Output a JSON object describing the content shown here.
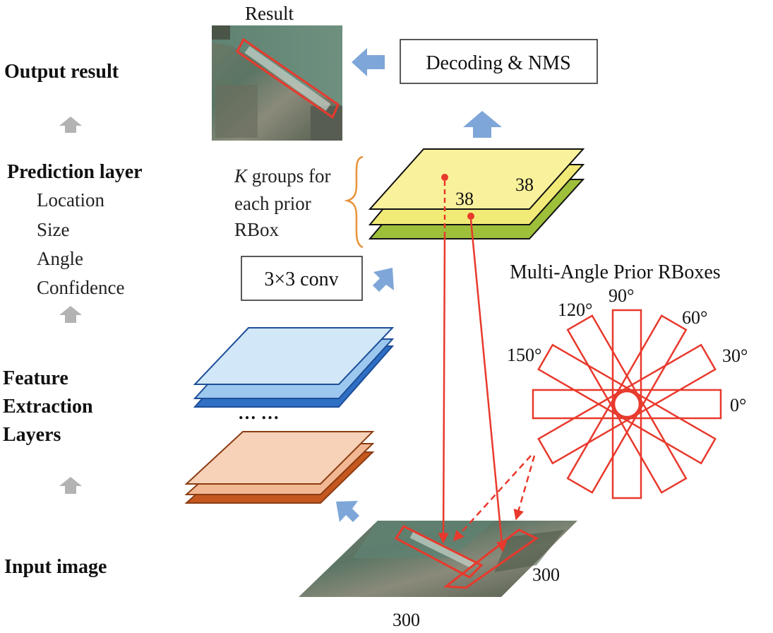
{
  "left_labels": {
    "output_result": "Output result",
    "prediction_layer": "Prediction layer",
    "prediction_items": [
      "Location",
      "Size",
      "Angle",
      "Confidence"
    ],
    "feature_lines": [
      "Feature",
      "Extraction",
      "Layers"
    ],
    "input_image": "Input image"
  },
  "result_caption": "Result",
  "decoding_label": "Decoding & NMS",
  "conv_label": "3×3 conv",
  "k_groups": {
    "k": "K",
    "line1_rest": " groups for",
    "line2": "each prior",
    "line3": "RBox"
  },
  "map_size_labels": [
    "38",
    "38"
  ],
  "ellipsis": "… …",
  "prior_title": "Multi-Angle Prior RBoxes",
  "angle_labels": [
    "90°",
    "120°",
    "60°",
    "150°",
    "30°",
    "0°"
  ],
  "input_size_labels": [
    "300",
    "300"
  ],
  "colors": {
    "red": "#e8392c",
    "arrow_blue": "#7ea6d8",
    "arrow_gray": "#b3b3b3",
    "yellow_top": "#faf19c",
    "yellow_mid": "#f2ea77",
    "green_bottom": "#9dbf3a",
    "blue_light": "#d2e7f8",
    "blue_mid": "#9cc7ee",
    "blue_dark": "#2f6fc4",
    "orange_light": "#f7d1b8",
    "orange_mid": "#f2b893",
    "orange_dark": "#c5581f"
  }
}
